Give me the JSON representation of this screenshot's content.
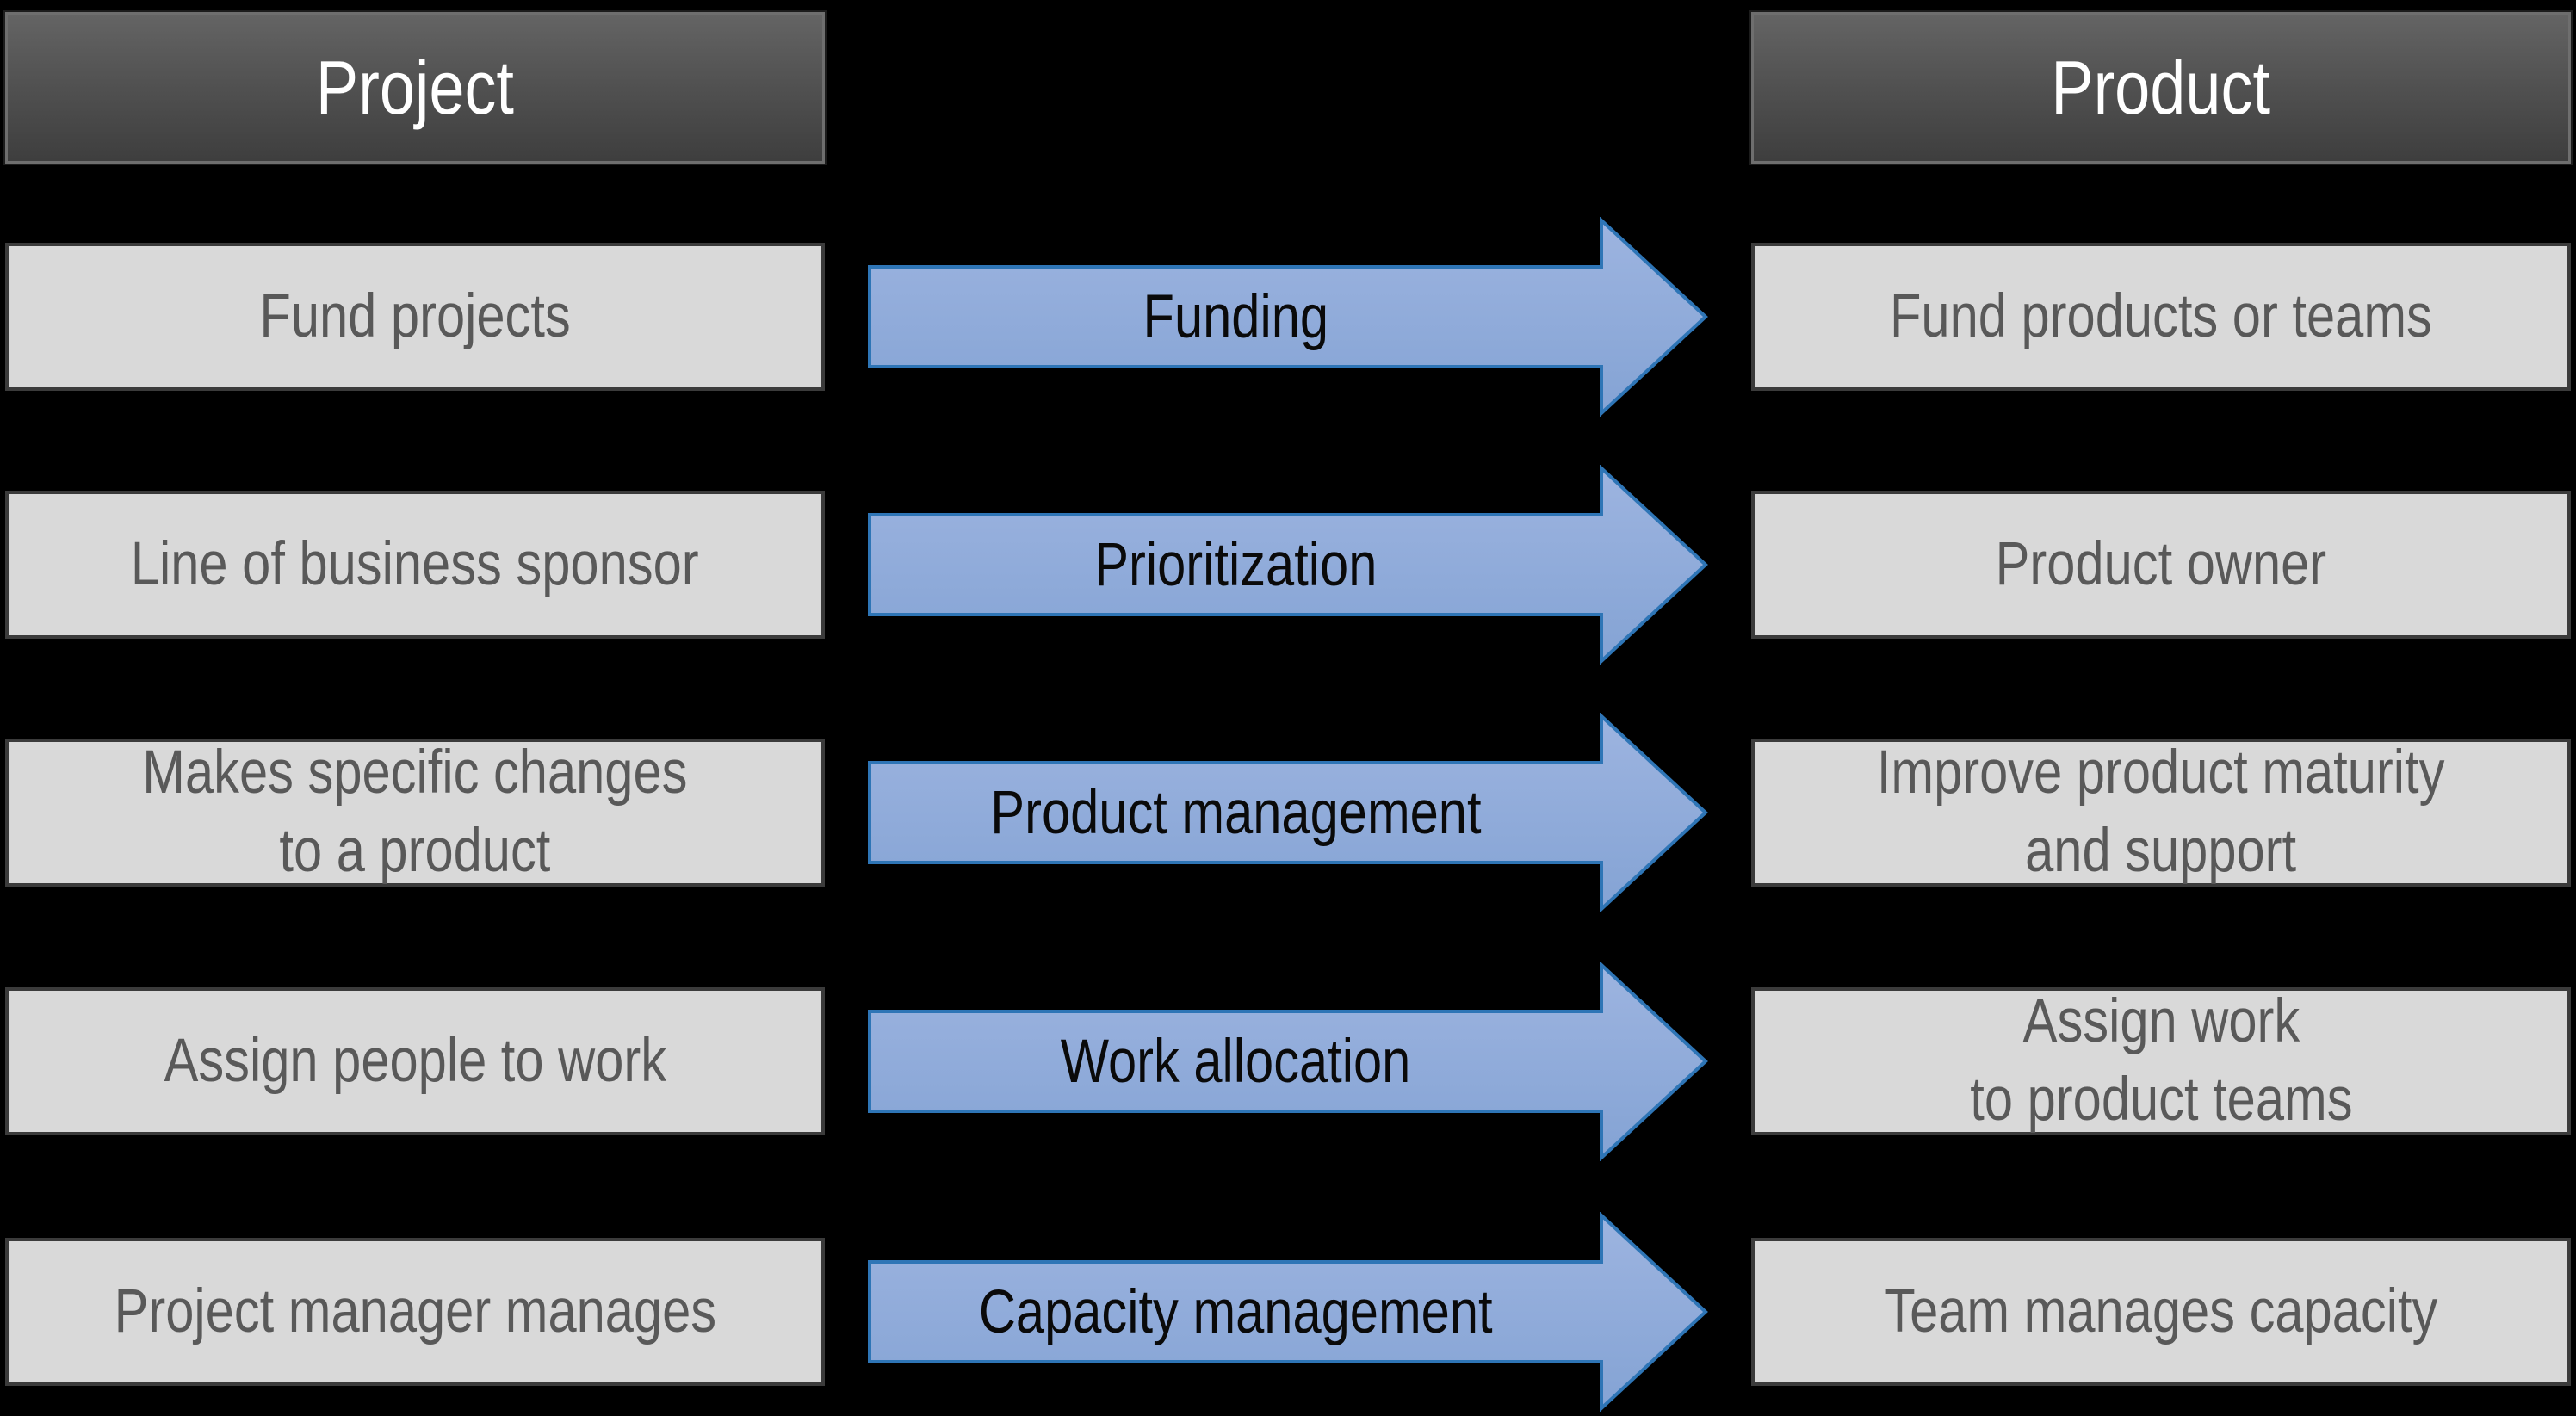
{
  "diagram": {
    "left_header": "Project",
    "right_header": "Product",
    "rows": [
      {
        "left": "Fund projects",
        "arrow": "Funding",
        "right": "Fund products or teams"
      },
      {
        "left": "Line of business sponsor",
        "arrow": "Prioritization",
        "right": "Product owner"
      },
      {
        "left": "Makes specific changes\nto a product",
        "arrow": "Product management",
        "right": "Improve product maturity\nand support"
      },
      {
        "left": "Assign people to work",
        "arrow": "Work allocation",
        "right": "Assign work\nto product teams"
      },
      {
        "left": "Project manager manages",
        "arrow": "Capacity management",
        "right": "Team manages capacity"
      }
    ],
    "colors": {
      "background": "#000000",
      "header_fill_top": "#646464",
      "header_fill_bottom": "#3e3e3e",
      "header_text": "#ffffff",
      "box_fill": "#d9d9d9",
      "box_border": "#3b3b3b",
      "box_text": "#595959",
      "arrow_fill_top": "#9db4e0",
      "arrow_fill_bottom": "#84a3d4",
      "arrow_border": "#2e75b6",
      "arrow_text": "#0a0a0a"
    }
  }
}
